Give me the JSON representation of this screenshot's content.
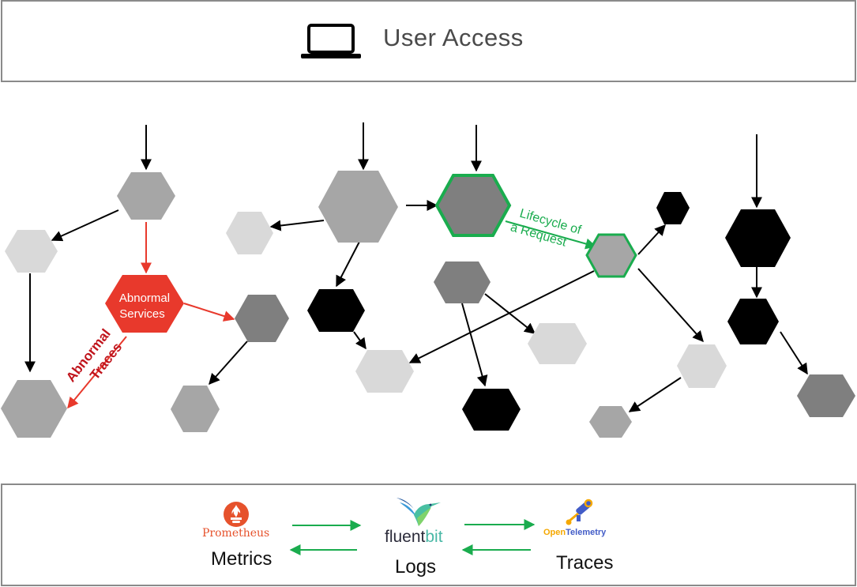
{
  "header": {
    "title": "User Access",
    "icon": "laptop-icon"
  },
  "diagram": {
    "abnormal_node_label": [
      "Abnormal",
      "Services"
    ],
    "abnormal_traces_label": [
      "Abnormal",
      "Traces"
    ],
    "lifecycle_label": [
      "Lifecycle of",
      "a Request"
    ],
    "colors": {
      "black": "#000000",
      "dark_gray": "#7f7f7f",
      "mid_gray": "#a6a6a6",
      "light_gray": "#d9d9d9",
      "abnormal": "#e8392c",
      "abnormal_text": "#c0141c",
      "lifecycle": "#1aac4e"
    }
  },
  "footer": {
    "prometheus": {
      "logo_text": "Prometheus",
      "label": "Metrics",
      "icon": "prometheus-logo-icon",
      "color": "#e6522c"
    },
    "fluentbit": {
      "logo_text_a": "fluent",
      "logo_text_b": "bit",
      "label": "Logs",
      "icon": "fluentbit-hummingbird-icon"
    },
    "opentelemetry": {
      "logo_text_a": "Open",
      "logo_text_b": "Telemetry",
      "label": "Traces",
      "icon": "opentelemetry-telescope-icon"
    },
    "arrow_color": "#1aac4e"
  }
}
